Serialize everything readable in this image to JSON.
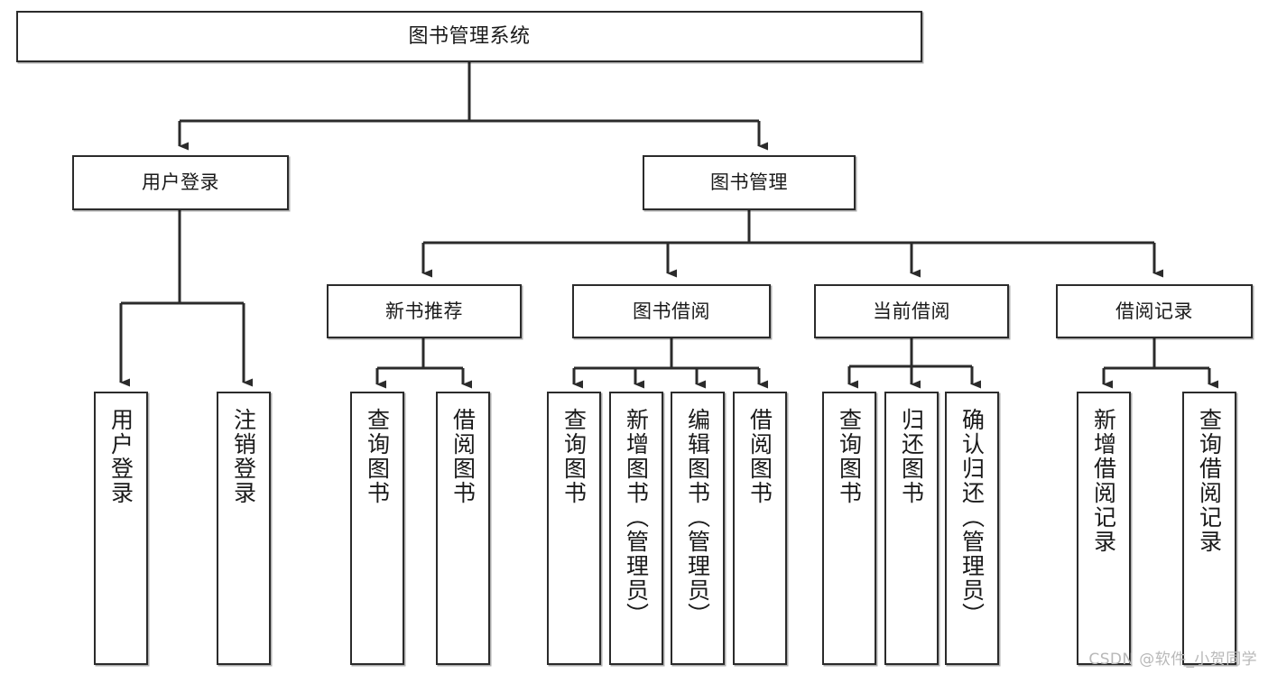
{
  "diagram": {
    "title": "图书管理系统",
    "type": "tree-hierarchy-chart",
    "stroke_color": "#2b2b2b",
    "fill_color": "#ffffff",
    "text_color": "#1a1a1a"
  },
  "root": {
    "label": "图书管理系统"
  },
  "level1": [
    {
      "label": "用户登录"
    },
    {
      "label": "图书管理"
    }
  ],
  "level2": [
    {
      "label": "新书推荐"
    },
    {
      "label": "图书借阅"
    },
    {
      "label": "当前借阅"
    },
    {
      "label": "借阅记录"
    }
  ],
  "leaves": {
    "user_login": [
      {
        "label": "用户登录"
      },
      {
        "label": "注销登录"
      }
    ],
    "new_book_recommend": [
      {
        "label": "查询图书"
      },
      {
        "label": "借阅图书"
      }
    ],
    "book_borrow": [
      {
        "label": "查询图书"
      },
      {
        "label": "新增图书（管理员）"
      },
      {
        "label": "编辑图书（管理员）"
      },
      {
        "label": "借阅图书"
      }
    ],
    "current_borrow": [
      {
        "label": "查询图书"
      },
      {
        "label": "归还图书"
      },
      {
        "label": "确认归还（管理员）"
      }
    ],
    "borrow_record": [
      {
        "label": "新增借阅记录"
      },
      {
        "label": "查询借阅记录"
      }
    ]
  },
  "watermark": {
    "text": "CSDN @软件_小贺同学"
  }
}
